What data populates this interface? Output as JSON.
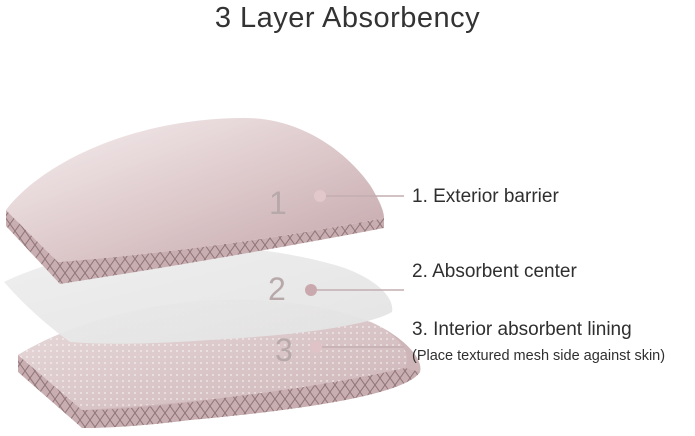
{
  "title": "3 Layer Absorbency",
  "layers": [
    {
      "number": "1",
      "label": "1. Exterior barrier"
    },
    {
      "number": "2",
      "label": "2. Absorbent center"
    },
    {
      "number": "3",
      "label": "3. Interior absorbent lining",
      "sublabel": "(Place textured mesh side against skin)"
    }
  ],
  "colors": {
    "pad_pink": "#c9aeb1",
    "pad_pink_light": "#f0e5e6",
    "center_gray": "#e6e6e6",
    "stitch": "#9c8285",
    "leader_line": "#c4aeb1",
    "text": "#2f2f2f"
  }
}
